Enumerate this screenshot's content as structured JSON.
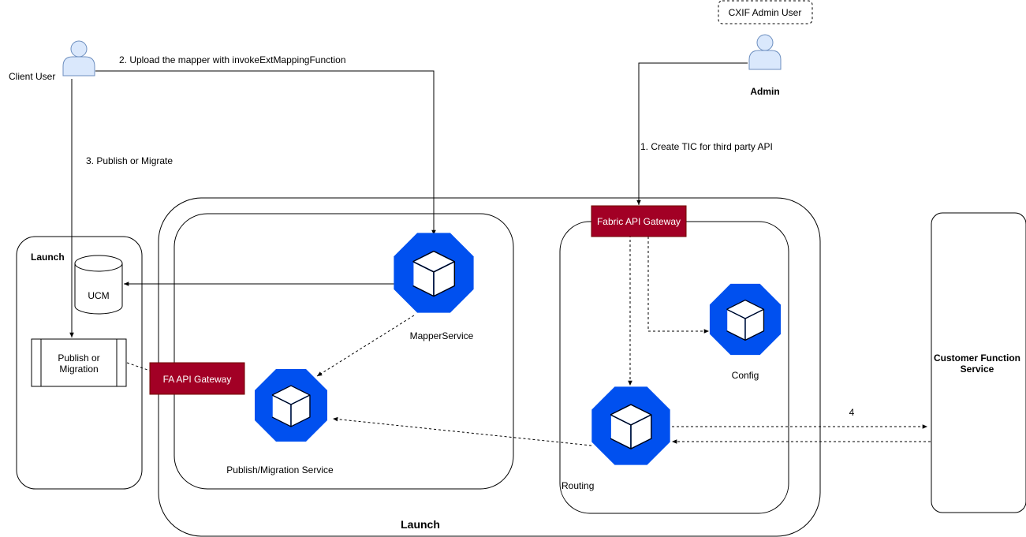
{
  "colors": {
    "gateway_fill": "#a20025",
    "service_blue": "#0050ef",
    "person_fill": "#dae8fc",
    "person_stroke": "#6c8ebf",
    "line": "#000000"
  },
  "actors": {
    "client_user": {
      "label": "Client User",
      "icon": "person-icon"
    },
    "admin_box": {
      "label": "CXIF Admin User"
    },
    "admin": {
      "label": "Admin",
      "icon": "person-icon"
    }
  },
  "containers": {
    "launch_left": {
      "label": "Launch"
    },
    "launch_main": {
      "label": "Launch"
    },
    "customer_function": {
      "label_line1": "Customer Function",
      "label_line2": "Service"
    }
  },
  "nodes": {
    "ucm": {
      "label": "UCM",
      "icon": "database-cylinder-icon"
    },
    "publish_migration_box": {
      "label_line1": "Publish or",
      "label_line2": "Migration"
    },
    "fa_gateway": {
      "label": "FA API Gateway"
    },
    "fabric_gateway": {
      "label": "Fabric API Gateway"
    },
    "mapper_service": {
      "label": "MapperService",
      "icon": "kubernetes-pod-icon"
    },
    "publish_service": {
      "label": "Publish/Migration Service",
      "icon": "kubernetes-pod-icon"
    },
    "config": {
      "label": "Config",
      "icon": "kubernetes-pod-icon"
    },
    "routing": {
      "label": "Routing",
      "icon": "kubernetes-pod-icon"
    }
  },
  "edges": {
    "step1": "1. Create TIC for third party API",
    "step2": "2. Upload the mapper with invokeExtMappingFunction",
    "step3": "3. Publish or Migrate",
    "step4": "4"
  }
}
